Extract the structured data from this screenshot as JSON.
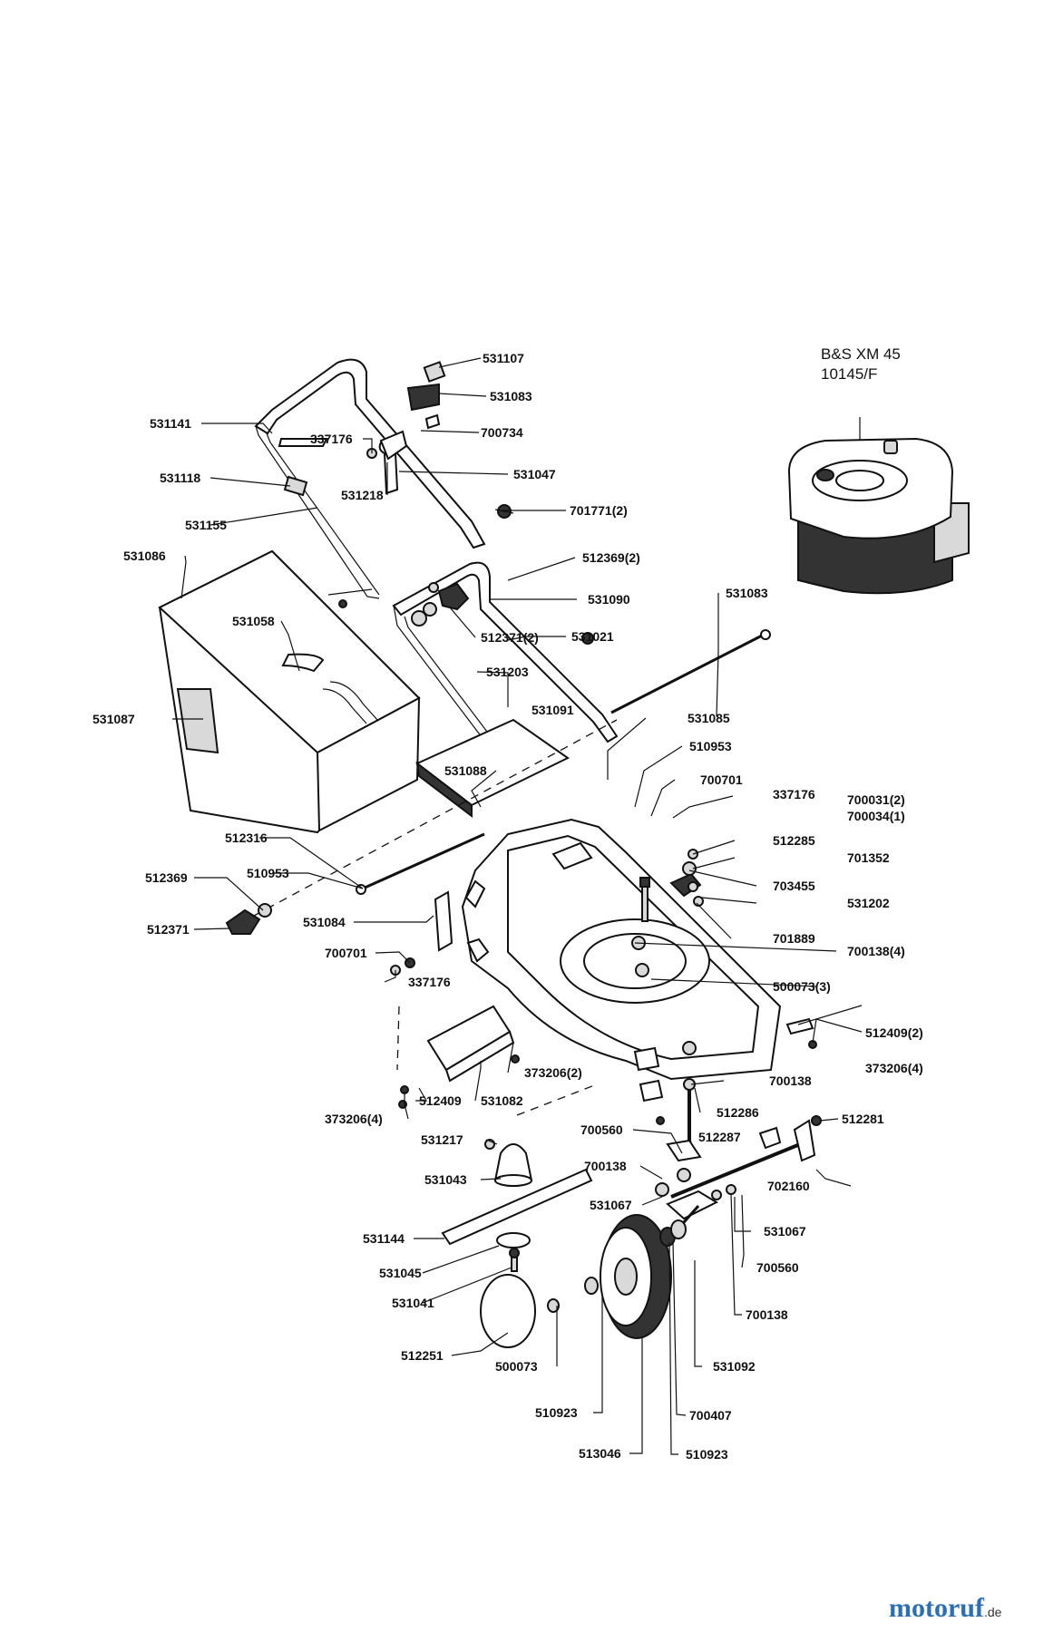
{
  "engine": {
    "model": "B&S XM 45",
    "code": "10145/F"
  },
  "parts": [
    {
      "id": "p531107",
      "num": "531107"
    },
    {
      "id": "p531083a",
      "num": "531083"
    },
    {
      "id": "p700734",
      "num": "700734"
    },
    {
      "id": "p531141",
      "num": "531141"
    },
    {
      "id": "p337176a",
      "num": "337176"
    },
    {
      "id": "p531047",
      "num": "531047"
    },
    {
      "id": "p531118",
      "num": "531118"
    },
    {
      "id": "p531218",
      "num": "531218"
    },
    {
      "id": "p701771",
      "num": "701771(2)"
    },
    {
      "id": "p531155",
      "num": "531155"
    },
    {
      "id": "p531086",
      "num": "531086"
    },
    {
      "id": "p512369b",
      "num": "512369(2)"
    },
    {
      "id": "p531090",
      "num": "531090"
    },
    {
      "id": "p531083b",
      "num": "531083"
    },
    {
      "id": "p531058",
      "num": "531058"
    },
    {
      "id": "p512371b",
      "num": "512371(2)"
    },
    {
      "id": "p531021",
      "num": "531021"
    },
    {
      "id": "p531203",
      "num": "531203"
    },
    {
      "id": "p531091",
      "num": "531091"
    },
    {
      "id": "p531087",
      "num": "531087"
    },
    {
      "id": "p531085",
      "num": "531085"
    },
    {
      "id": "p510953a",
      "num": "510953"
    },
    {
      "id": "p531088",
      "num": "531088"
    },
    {
      "id": "p700701a",
      "num": "700701"
    },
    {
      "id": "p337176b",
      "num": "337176"
    },
    {
      "id": "p700031",
      "num": "700031(2)"
    },
    {
      "id": "p700034",
      "num": "700034(1)"
    },
    {
      "id": "p512316",
      "num": "512316"
    },
    {
      "id": "p512285",
      "num": "512285"
    },
    {
      "id": "p701352",
      "num": "701352"
    },
    {
      "id": "p510953b",
      "num": "510953"
    },
    {
      "id": "p512369a",
      "num": "512369"
    },
    {
      "id": "p703455",
      "num": "703455"
    },
    {
      "id": "p531202",
      "num": "531202"
    },
    {
      "id": "p531084",
      "num": "531084"
    },
    {
      "id": "p512371a",
      "num": "512371"
    },
    {
      "id": "p701889",
      "num": "701889"
    },
    {
      "id": "p700701b",
      "num": "700701"
    },
    {
      "id": "p700138a",
      "num": "700138(4)"
    },
    {
      "id": "p337176c",
      "num": "337176"
    },
    {
      "id": "p500073a",
      "num": "500073(3)"
    },
    {
      "id": "p512409b",
      "num": "512409(2)"
    },
    {
      "id": "p373206b",
      "num": "373206(4)"
    },
    {
      "id": "p373206a",
      "num": "373206(2)"
    },
    {
      "id": "p700138b",
      "num": "700138"
    },
    {
      "id": "p512409a",
      "num": "512409"
    },
    {
      "id": "p531082",
      "num": "531082"
    },
    {
      "id": "p512286",
      "num": "512286"
    },
    {
      "id": "p373206c",
      "num": "373206(4)"
    },
    {
      "id": "p700560a",
      "num": "700560"
    },
    {
      "id": "p512281",
      "num": "512281"
    },
    {
      "id": "p512287",
      "num": "512287"
    },
    {
      "id": "p531217",
      "num": "531217"
    },
    {
      "id": "p702160",
      "num": "702160"
    },
    {
      "id": "p700138c",
      "num": "700138"
    },
    {
      "id": "p531043",
      "num": "531043"
    },
    {
      "id": "p531067a",
      "num": "531067"
    },
    {
      "id": "p531067b",
      "num": "531067"
    },
    {
      "id": "p531144",
      "num": "531144"
    },
    {
      "id": "p700560b",
      "num": "700560"
    },
    {
      "id": "p531045",
      "num": "531045"
    },
    {
      "id": "p531041",
      "num": "531041"
    },
    {
      "id": "p700138d",
      "num": "700138"
    },
    {
      "id": "p512251",
      "num": "512251"
    },
    {
      "id": "p531092",
      "num": "531092"
    },
    {
      "id": "p500073b",
      "num": "500073"
    },
    {
      "id": "p510923a",
      "num": "510923"
    },
    {
      "id": "p700407",
      "num": "700407"
    },
    {
      "id": "p513046",
      "num": "513046"
    },
    {
      "id": "p510923b",
      "num": "510923"
    }
  ],
  "watermark": {
    "brand": "motoruf",
    "tld": ".de"
  }
}
